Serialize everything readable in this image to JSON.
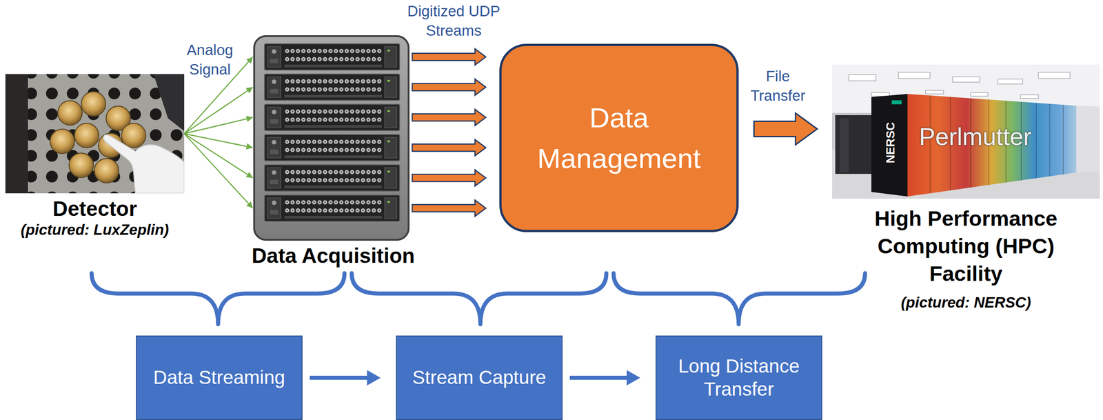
{
  "diagram": {
    "nodes": [
      {
        "text": [
          "Detector",
          "(pictured: LuxZeplin)"
        ]
      },
      {
        "text": [
          "Data Acquisition"
        ]
      },
      {
        "text": [
          "Data Management"
        ]
      },
      {
        "text": [
          "High Performance Computing (HPC) Facility",
          "(pictured: NERSC)"
        ]
      },
      {
        "text": [
          "Data Streaming"
        ]
      },
      {
        "text": [
          "Stream Capture"
        ]
      },
      {
        "text": [
          "Long Distance Transfer"
        ]
      }
    ],
    "edges": [
      {
        "from": 0,
        "to": 1,
        "arrow": "to",
        "label": "Analog Signal"
      },
      {
        "from": 1,
        "to": 2,
        "arrow": "to",
        "label": "Digitized UDP Streams"
      },
      {
        "from": 1,
        "to": 2,
        "arrow": "to"
      },
      {
        "from": 1,
        "to": 2,
        "arrow": "to"
      },
      {
        "from": 1,
        "to": 2,
        "arrow": "to"
      },
      {
        "from": 1,
        "to": 2,
        "arrow": "to"
      },
      {
        "from": 1,
        "to": 2,
        "arrow": "to"
      },
      {
        "from": 2,
        "to": 3,
        "arrow": "to",
        "label": "File Transfer"
      },
      {
        "from": 4,
        "to": 5,
        "arrow": "to"
      },
      {
        "from": 5,
        "to": 6,
        "arrow": "to"
      }
    ],
    "labels": [
      "NERSC",
      "Perlmutter"
    ]
  }
}
